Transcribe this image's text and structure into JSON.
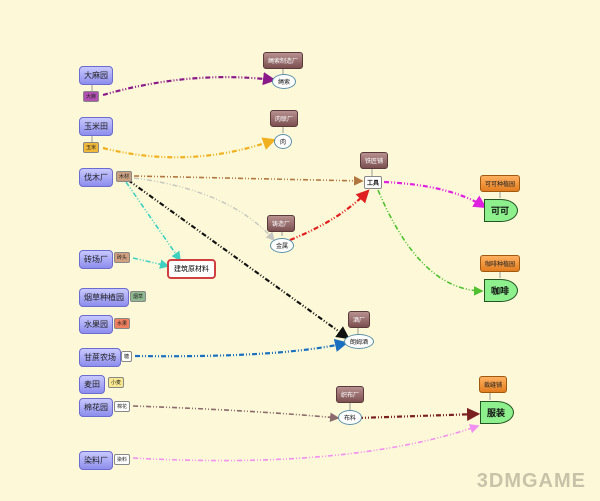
{
  "sources": [
    {
      "label": "大麻园",
      "res": "大麻"
    },
    {
      "label": "玉米田",
      "res": "玉米"
    },
    {
      "label": "伐木厂",
      "res": "木材"
    },
    {
      "label": "砖场厂",
      "res": "砖头"
    },
    {
      "label": "烟草种植园",
      "res": "烟草"
    },
    {
      "label": "水果园",
      "res": "水果"
    },
    {
      "label": "甘蔗农场",
      "res": "糖"
    },
    {
      "label": "麦田",
      "res": "小麦"
    },
    {
      "label": "棉花园",
      "res": "棉花"
    },
    {
      "label": "染料厂",
      "res": "染料"
    }
  ],
  "factories": {
    "rope": {
      "label": "绳索制造厂",
      "product": "绳索"
    },
    "meat": {
      "label": "肉联厂",
      "product": "肉"
    },
    "smith": {
      "label": "铁匠铺",
      "product": "工具"
    },
    "foundry": {
      "label": "铸造厂",
      "product": "金属"
    },
    "distillery": {
      "label": "酒厂",
      "product": "朗姆酒"
    },
    "weaver": {
      "label": "织布厂",
      "product": "布料"
    },
    "cocoa": {
      "label": "可可种植园",
      "product": "可可"
    },
    "coffee": {
      "label": "咖啡种植园",
      "product": "咖啡"
    },
    "tailor": {
      "label": "裁缝铺",
      "product": "服装"
    }
  },
  "building_materials": "建筑原材料",
  "watermark": "3DMGAME"
}
